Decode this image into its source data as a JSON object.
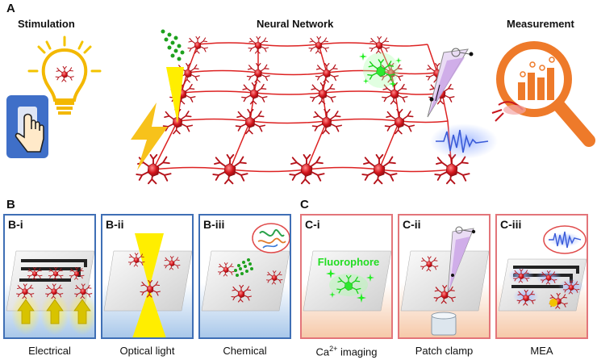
{
  "panel_a": {
    "letter": "A",
    "stimulation_label": "Stimulation",
    "network_label": "Neural Network",
    "measurement_label": "Measurement"
  },
  "panel_b": {
    "letter": "B",
    "items": [
      {
        "title": "B-i",
        "caption": "Electrical"
      },
      {
        "title": "B-ii",
        "caption": "Optical light"
      },
      {
        "title": "B-iii",
        "caption": "Chemical"
      }
    ]
  },
  "panel_c": {
    "letter": "C",
    "items": [
      {
        "title": "C-i",
        "caption": "Ca",
        "caption_sup": "2+",
        "caption_tail": " imaging",
        "inner_text": "Fluorophore"
      },
      {
        "title": "C-ii",
        "caption": "Patch clamp"
      },
      {
        "title": "C-iii",
        "caption": "MEA"
      }
    ]
  },
  "colors": {
    "neuron": "#c8161d",
    "blue_frame": "#3f6fb5",
    "red_frame": "#e3757a",
    "light_yellow": "#ffee00",
    "fluor_green": "#22dd22",
    "magnifier_orange": "#ee7a2a"
  }
}
